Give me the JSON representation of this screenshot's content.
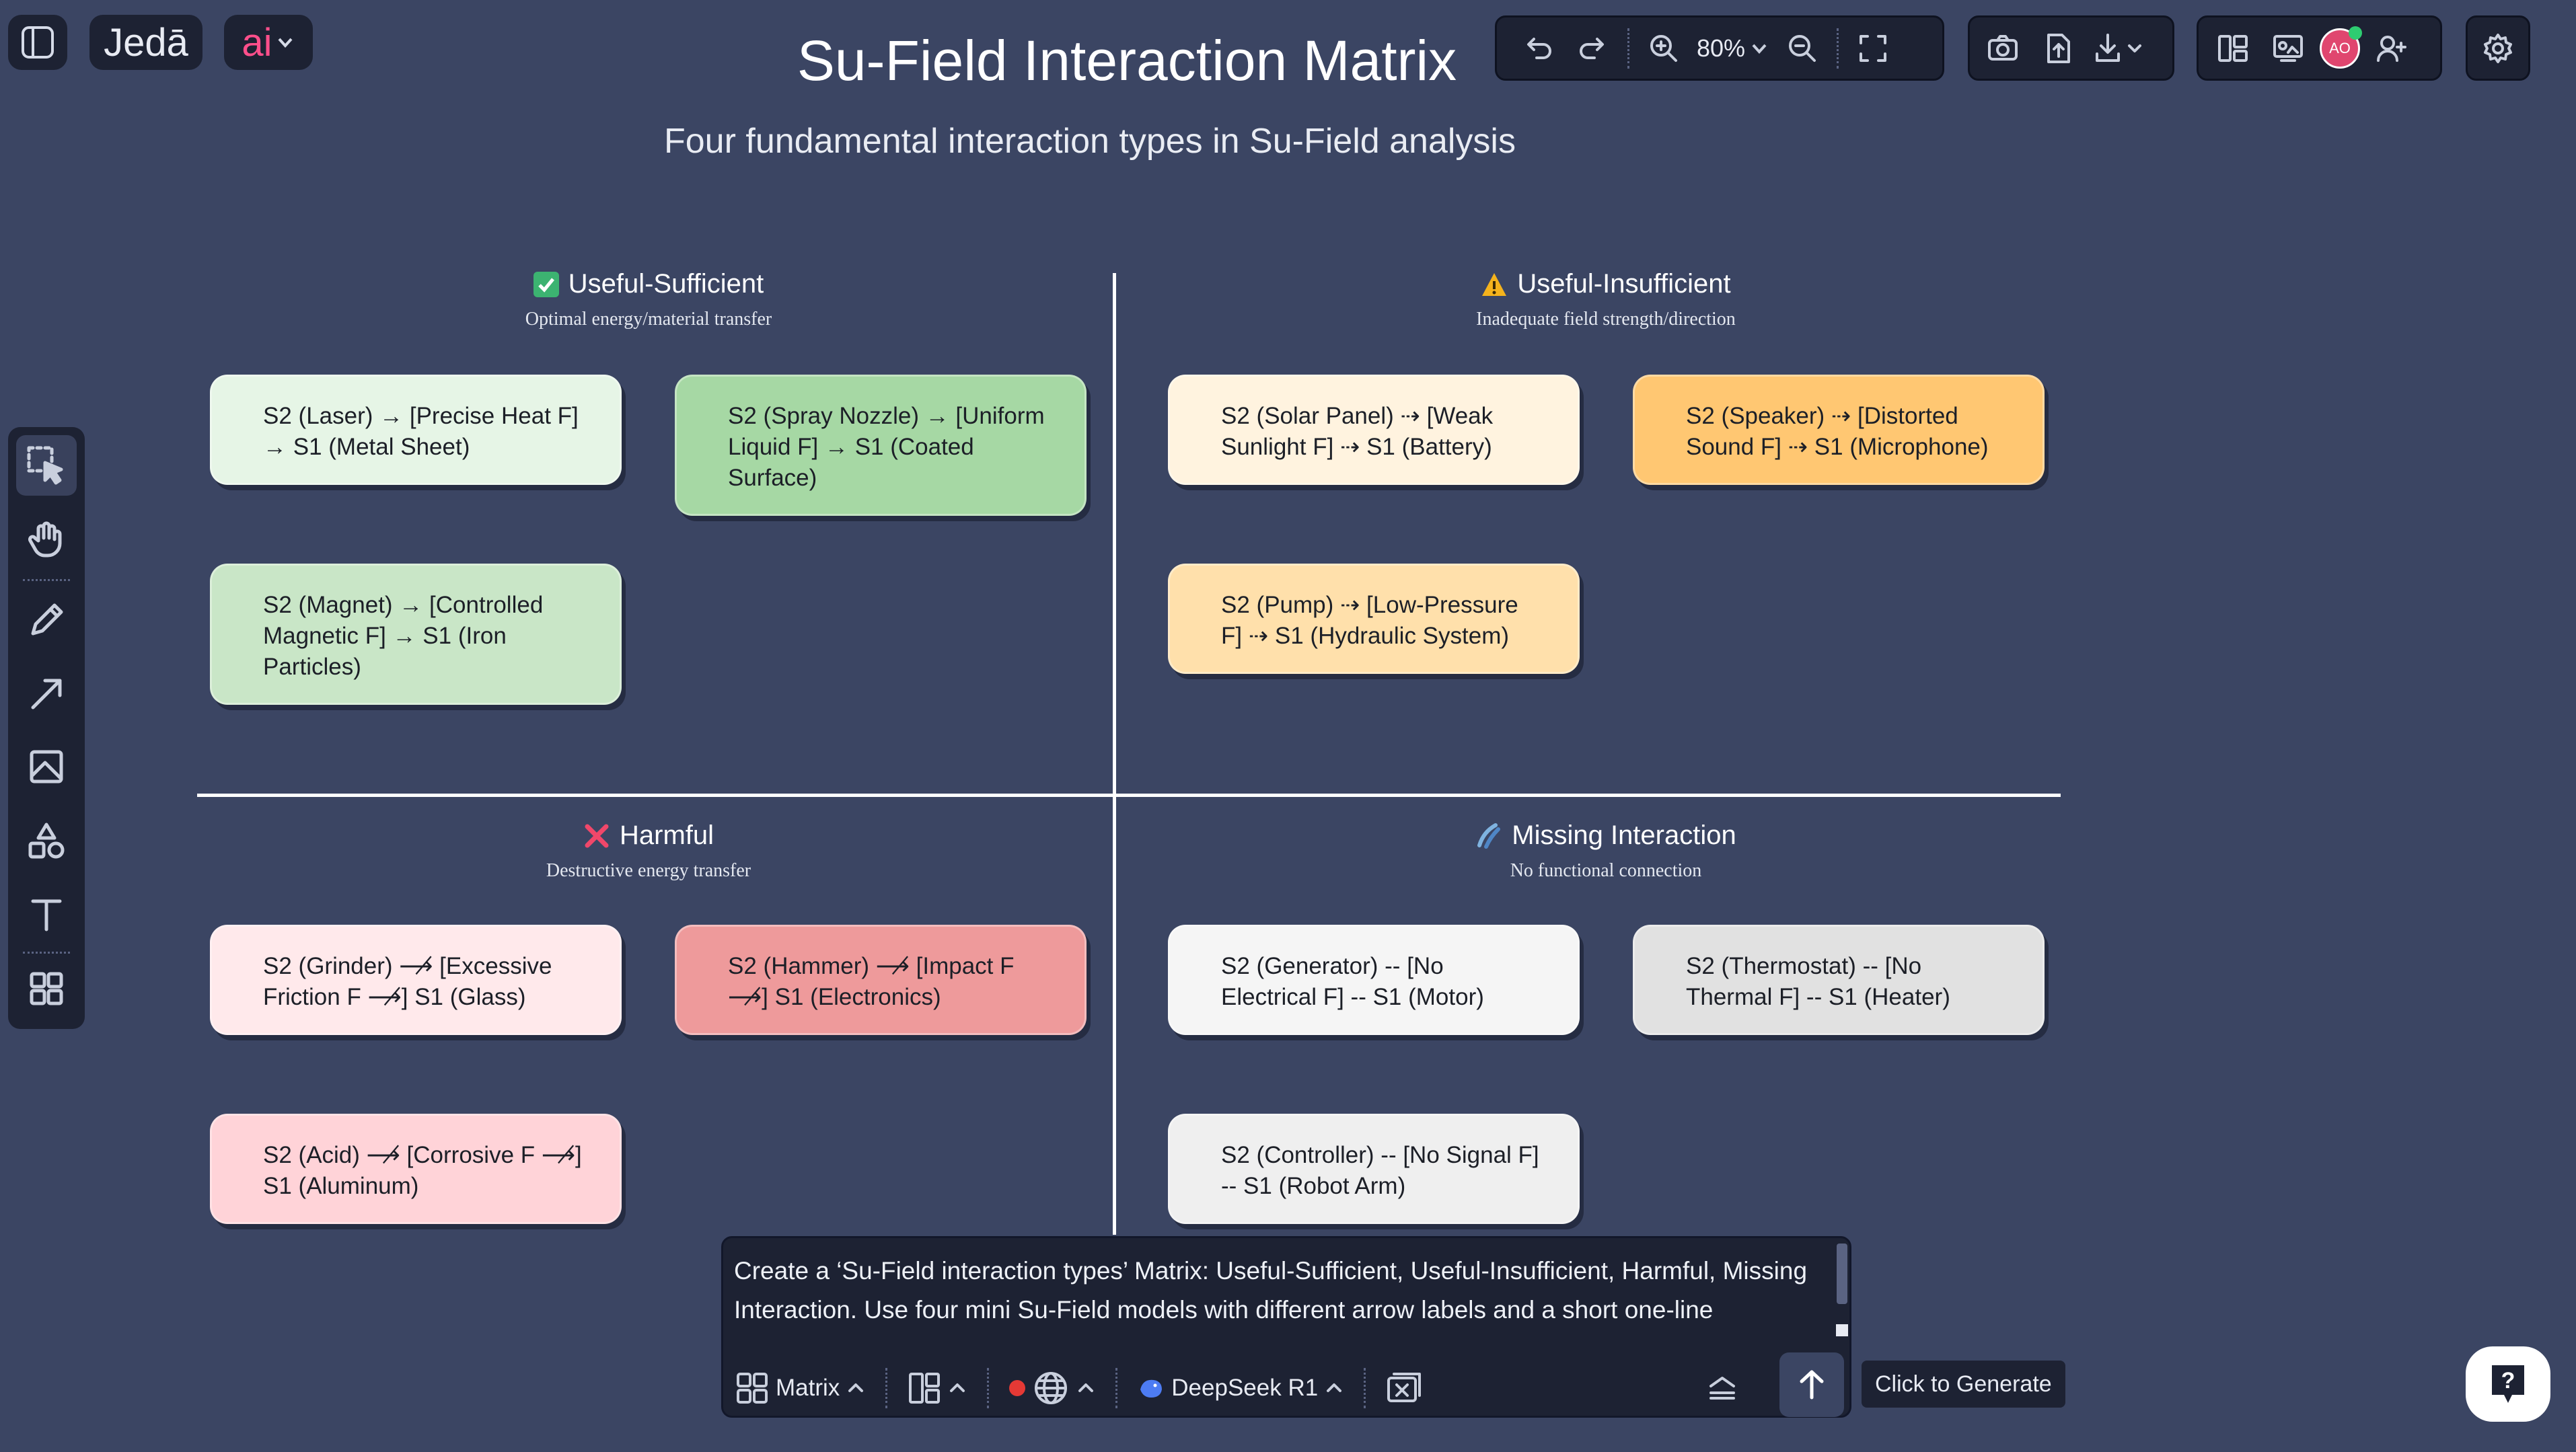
{
  "app": {
    "logo_text": "Jedā",
    "ai_label": "ai"
  },
  "canvas": {
    "title": "Su-Field Interaction Matrix",
    "subtitle": "Four fundamental interaction types in Su-Field analysis"
  },
  "toolbar": {
    "zoom_level": "80%"
  },
  "user": {
    "avatar_initials": "AO"
  },
  "quadrants": [
    {
      "title": "Useful-Sufficient",
      "description": "Optimal energy/material transfer",
      "icon": "check-icon",
      "cards": [
        {
          "text": "S2 (Laser) → [Precise Heat F] → S1 (Metal Sheet)",
          "color": "#e6f5e6"
        },
        {
          "text": "S2 (Spray Nozzle) → [Uniform Liquid F] → S1 (Coated Surface)",
          "color": "#a6d8a4"
        },
        {
          "text": "S2 (Magnet) → [Controlled Magnetic F] → S1 (Iron Particles)",
          "color": "#c9e6c7"
        }
      ]
    },
    {
      "title": "Useful-Insufficient",
      "description": "Inadequate field strength/direction",
      "icon": "warning-icon",
      "cards": [
        {
          "text": "S2 (Solar Panel) ⇢ [Weak Sunlight F] ⇢ S1 (Battery)",
          "color": "#fff3df"
        },
        {
          "text": "S2 (Speaker) ⇢ [Distorted Sound F] ⇢ S1 (Microphone)",
          "color": "#ffc772"
        },
        {
          "text": "S2 (Pump) ⇢ [Low-Pressure F] ⇢ S1 (Hydraulic System)",
          "color": "#ffe0ab"
        }
      ]
    },
    {
      "title": "Harmful",
      "description": "Destructive energy transfer",
      "icon": "cross-icon",
      "cards": [
        {
          "text": "S2 (Grinder) ⟶̸ [Excessive Friction F ⟶̸] S1 (Glass)",
          "color": "#ffe9eb"
        },
        {
          "text": "S2 (Hammer) ⟶̸ [Impact F ⟶̸] S1 (Electronics)",
          "color": "#ee9a9b"
        },
        {
          "text": "S2 (Acid) ⟶̸ [Corrosive F ⟶̸] S1 (Aluminum)",
          "color": "#ffd3d8"
        }
      ]
    },
    {
      "title": "Missing Interaction",
      "description": "No functional connection",
      "icon": "broken-link-icon",
      "cards": [
        {
          "text": "S2 (Generator) -- [No Electrical F] -- S1 (Motor)",
          "color": "#f5f5f5"
        },
        {
          "text": "S2 (Thermostat) -- [No Thermal F] -- S1 (Heater)",
          "color": "#e1e1e1"
        },
        {
          "text": "S2 (Controller) -- [No Signal F] -- S1 (Robot Arm)",
          "color": "#efefef"
        }
      ]
    }
  ],
  "prompt": {
    "text": "Create a ‘Su-Field interaction types’ Matrix: Useful-Sufficient, Useful-Insufficient, Harmful, Missing Interaction. Use four mini Su-Field models with different arrow labels and a short one-line definition under each.",
    "template_label": "Matrix",
    "model_label": "DeepSeek R1",
    "generate_tooltip": "Click to Generate"
  }
}
